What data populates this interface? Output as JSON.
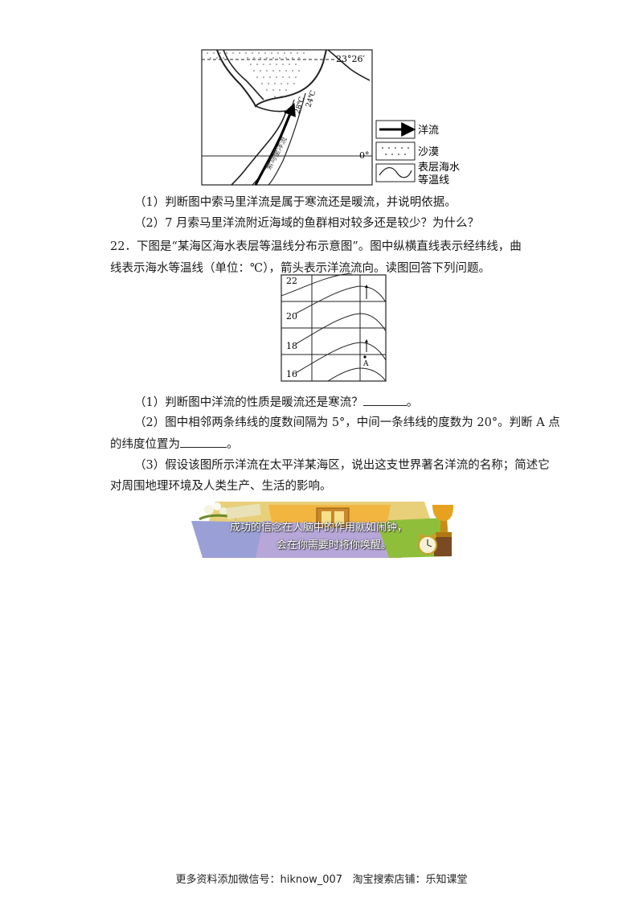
{
  "map1": {
    "lat_top": "23°26′",
    "lat_eq": "0°",
    "iso_a": "28℃",
    "iso_b": "24℃",
    "current_name": "索马里洋流",
    "legend": {
      "current": "洋流",
      "desert": "沙漠",
      "isotherm_line1": "表层海水",
      "isotherm_line2": "等温线"
    }
  },
  "q21": {
    "sub1": "（1）判断图中索马里洋流是属于寒流还是暖流，并说明依据。",
    "sub2": "（2）7 月索马里洋流附近海域的鱼群相对较多还是较少？为什么？"
  },
  "q22": {
    "intro_line1": "22．下图是“某海区海水表层等温线分布示意图”。图中纵横直线表示经纬线，曲",
    "intro_line2": "线表示海水等温线（单位：℃），箭头表示洋流流向。读图回答下列问题。",
    "sub1": "（1）判断图中洋流的性质是暖流还是寒流？",
    "sub1_end": "。",
    "sub2_line1": "（2）图中相邻两条纬线的度数间隔为 5°，中间一条纬线的度数为 20°。判断 A 点",
    "sub2_line2": "的纬度位置为",
    "sub2_end": "。",
    "sub3_line1": "（3）假设该图所示洋流在太平洋某海区，说出这支世界著名洋流的名称；简述它",
    "sub3_line2": "对周围地理环境及人类生产、生活的影响。"
  },
  "diagram2": {
    "labels": [
      "22",
      "20",
      "18",
      "16"
    ],
    "point": "A"
  },
  "banner": {
    "line1": "成功的信念在人脑中的作用就如闹钟，",
    "line2": "会在你需要时将你唤醒。"
  },
  "footer": {
    "text": "更多资料添加微信号：hiknow_007   淘宝搜索店铺：乐知课堂"
  }
}
